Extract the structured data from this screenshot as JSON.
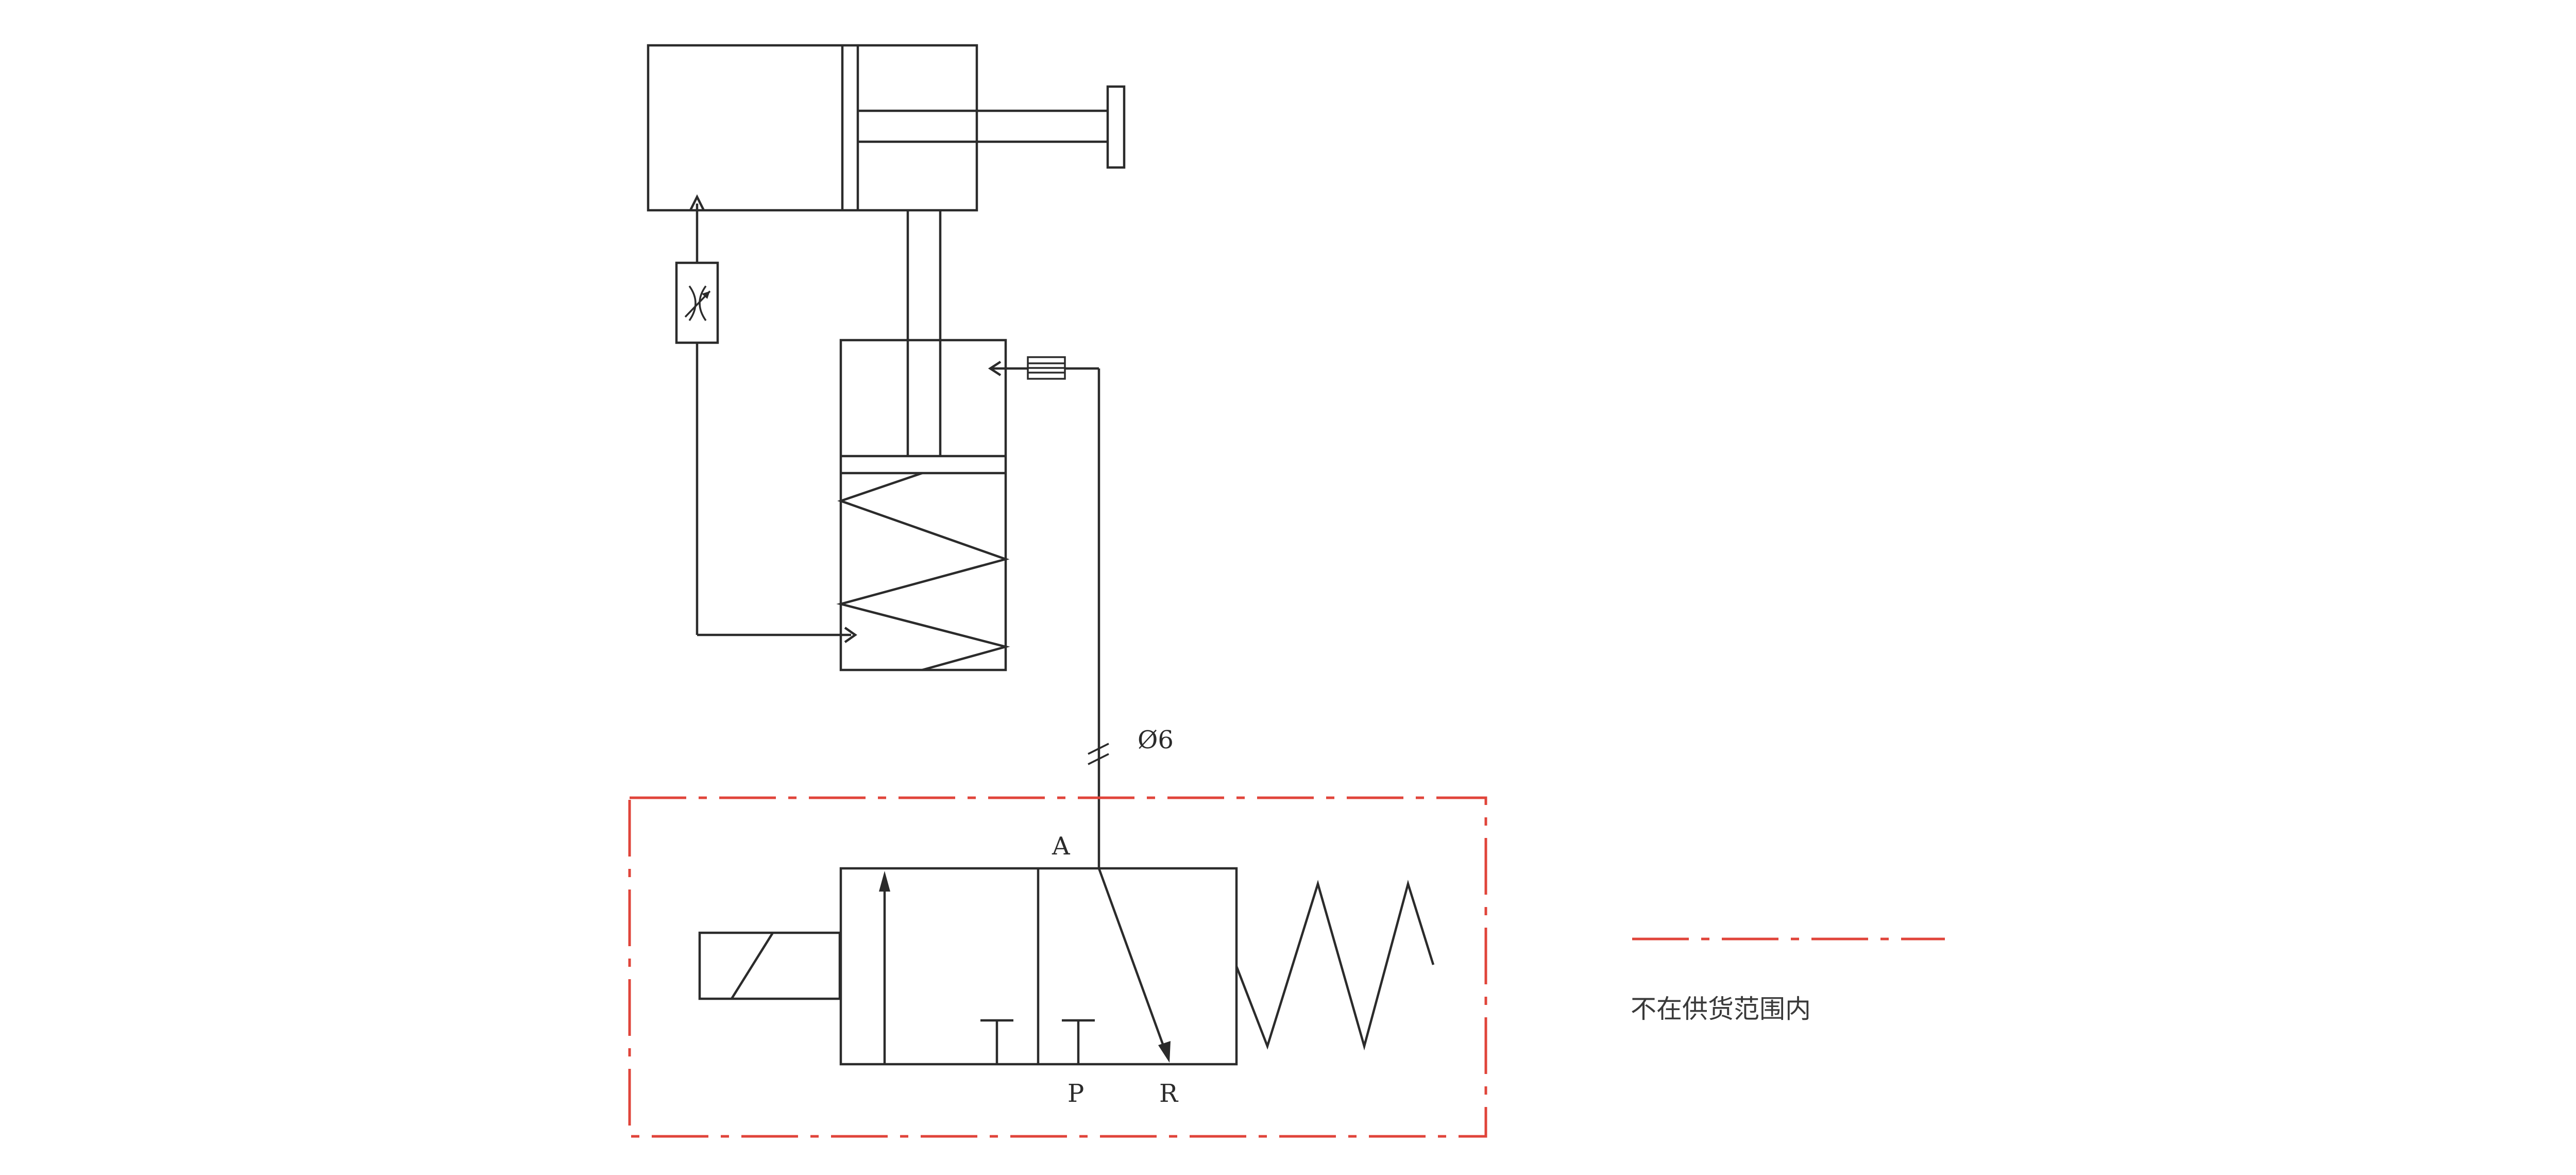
{
  "diagram": {
    "pipe_size_label": "Ø6",
    "valve": {
      "port_a": "A",
      "port_p": "P",
      "port_r": "R"
    },
    "legend": {
      "text": "不在供货范围内",
      "line_color": "#e0443a"
    },
    "boundary_color": "#e0443a",
    "line_color": "#2b2b2b"
  }
}
